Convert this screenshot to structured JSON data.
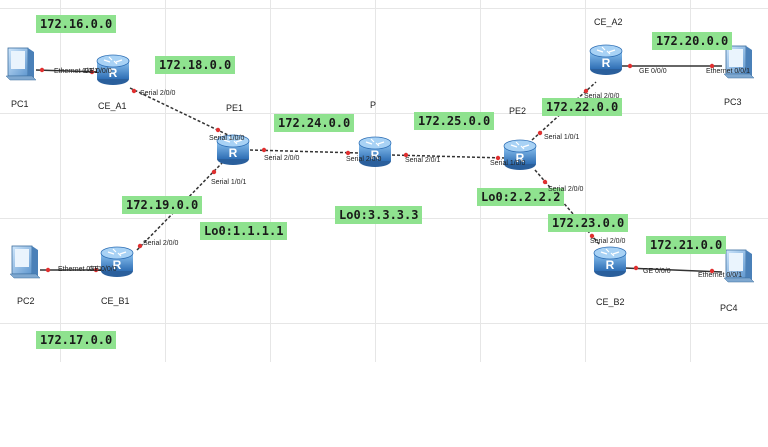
{
  "devices": {
    "pc1": "PC1",
    "pc2": "PC2",
    "pc3": "PC3",
    "pc4": "PC4",
    "ce_a1": "CE_A1",
    "ce_b1": "CE_B1",
    "pe1": "PE1",
    "p": "P",
    "pe2": "PE2",
    "ce_a2": "CE_A2",
    "ce_b2": "CE_B2"
  },
  "networks": {
    "n172_16": "172.16.0.0",
    "n172_17": "172.17.0.0",
    "n172_18": "172.18.0.0",
    "n172_19": "172.19.0.0",
    "n172_20": "172.20.0.0",
    "n172_21": "172.21.0.0",
    "n172_22": "172.22.0.0",
    "n172_23": "172.23.0.0",
    "n172_24": "172.24.0.0",
    "n172_25": "172.25.0.0"
  },
  "loopbacks": {
    "pe1": "Lo0:1.1.1.1",
    "p": "Lo0:3.3.3.3",
    "pe2": "Lo0:2.2.2.2"
  },
  "ports": {
    "pc1_eth": "Ethernet 0/0/1",
    "ce_a1_ge": "GE 0/0/0",
    "ce_a1_s": "Serial 2/0/0",
    "pe1_s100": "Serial 1/0/0",
    "pe1_s200": "Serial 2/0/0",
    "pe1_s101": "Serial 1/0/1",
    "ce_b1_s": "Serial 2/0/0",
    "pc2_eth": "Ethernet 0/0/1",
    "ce_b1_ge": "GE 0/0/0",
    "p_s200": "Serial 2/0/0",
    "p_s201": "Serial 2/0/1",
    "pe2_s100": "Serial 1/0/0",
    "pe2_s101": "Serial 1/0/1",
    "pe2_s200": "Serial 2/0/0",
    "ce_a2_s": "Serial 2/0/0",
    "ce_a2_ge": "GE 0/0/0",
    "pc3_eth": "Ethernet 0/0/1",
    "ce_b2_s": "Serial 2/0/0",
    "ce_b2_ge": "GE 0/0/0",
    "pc4_eth": "Ethernet 0/0/1"
  },
  "colors": {
    "label_bg": "#8fe28f",
    "router": "#4a8fd4",
    "link": "#333333",
    "endpoint": "#e03030"
  }
}
